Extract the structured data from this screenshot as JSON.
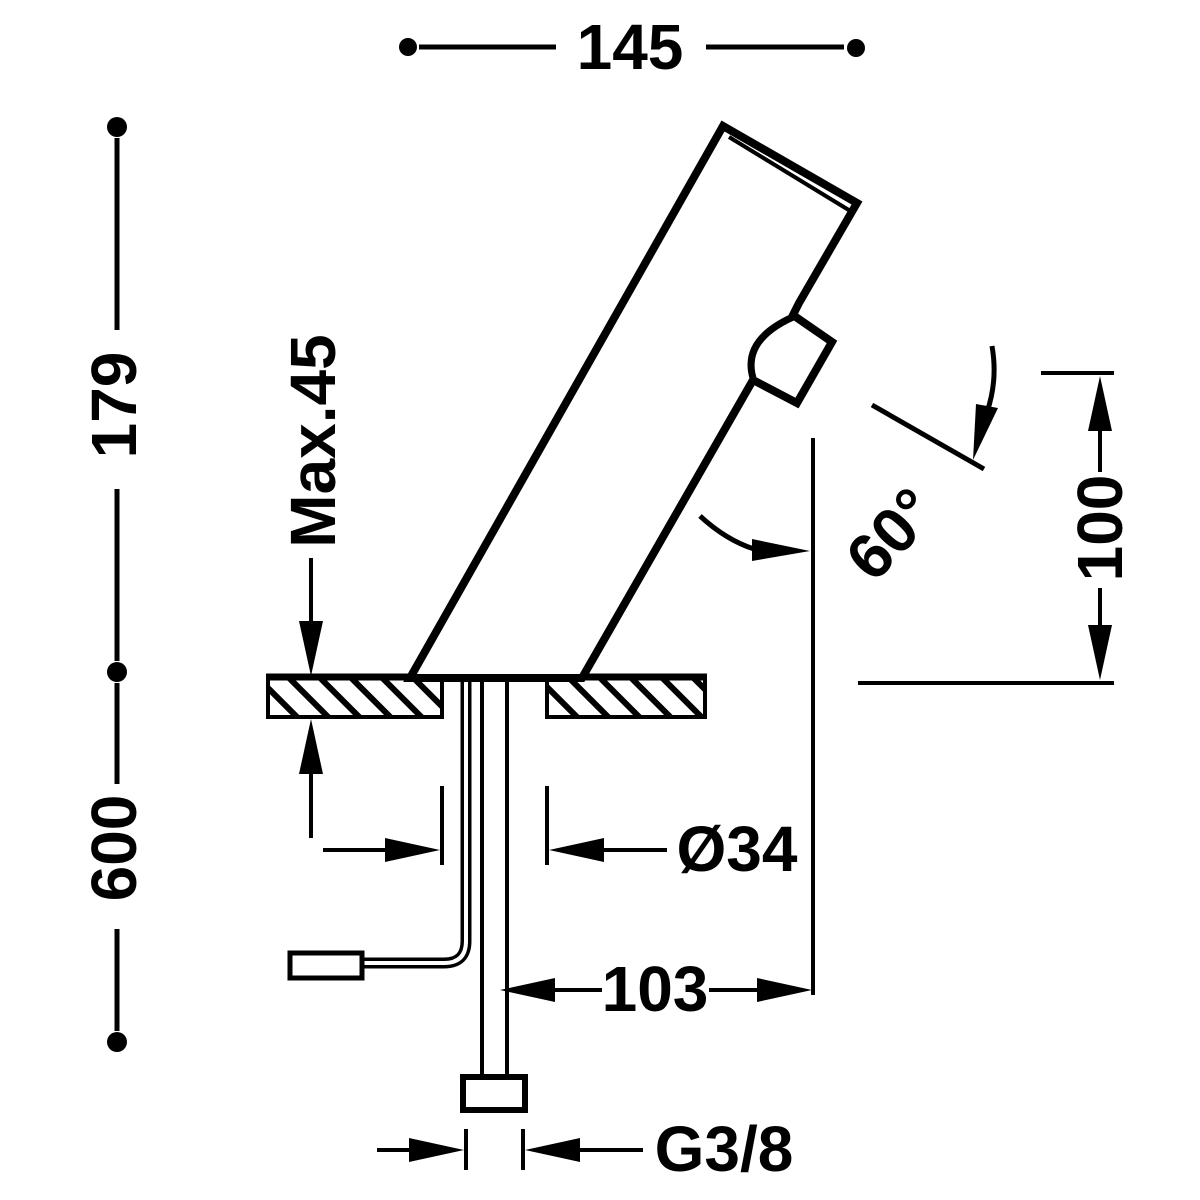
{
  "page": {
    "background_color": "#ffffff",
    "line_color": "#000000"
  },
  "drawing": {
    "kind": "technical-dimension-drawing",
    "subject": "Angled electronic sensor basin tap mounted on counter, side section view",
    "dims": {
      "overall_width": "145",
      "height_above_counter": "179",
      "clearance_below": "600",
      "max_counter_thickness": "Max.45",
      "spout_angle": "60°",
      "sensor_height_above_counter": "100",
      "mounting_hole_diameter": "Ø34",
      "horizontal_offset": "103",
      "supply_thread": "G3/8"
    }
  }
}
